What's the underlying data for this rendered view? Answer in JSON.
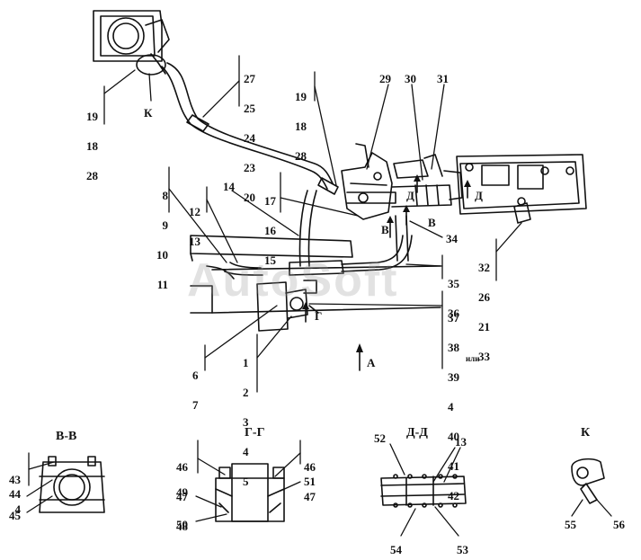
{
  "watermark": "AutoSoft",
  "callout_groups": [
    {
      "id": "g-27-20",
      "lines": [
        "27",
        "25",
        "24",
        "23",
        "20"
      ]
    },
    {
      "id": "g-19-28-left",
      "lines": [
        "19",
        "18",
        "28"
      ]
    },
    {
      "id": "g-19-28-mid",
      "lines": [
        "19",
        "18",
        "28"
      ]
    },
    {
      "id": "g-8-11",
      "lines": [
        "8",
        "9",
        "10",
        "11"
      ]
    },
    {
      "id": "g-12-13",
      "lines": [
        "12",
        "13"
      ]
    },
    {
      "id": "g-17-15",
      "lines": [
        "17",
        "16",
        "15"
      ]
    },
    {
      "id": "g-32-33",
      "lines": [
        "32",
        "26",
        "21",
        "33"
      ]
    },
    {
      "id": "g-35-36",
      "lines": [
        "35",
        "36"
      ]
    },
    {
      "id": "g-37-42",
      "lines": [
        "37",
        "38",
        "39",
        "4",
        "40",
        "41",
        "42"
      ]
    },
    {
      "id": "g-6-7",
      "lines": [
        "6",
        "7"
      ]
    },
    {
      "id": "g-1-5",
      "lines": [
        "1",
        "2",
        "3",
        "4",
        "5"
      ]
    },
    {
      "id": "g-43-4",
      "lines": [
        "43",
        "4"
      ]
    },
    {
      "id": "g-46-48",
      "lines": [
        "46",
        "47",
        "48"
      ]
    },
    {
      "id": "g-46-47",
      "lines": [
        "46",
        "47"
      ]
    }
  ],
  "single_labels": {
    "k_main": "К",
    "n14": "14",
    "n29": "29",
    "n30": "30",
    "n31": "31",
    "n34": "34",
    "arrow_a": "А",
    "arrow_b1": "В",
    "arrow_b2": "В",
    "arrow_g": "Г",
    "arrow_d": "Д",
    "arrow_d2": "Д",
    "ili": "или",
    "n44": "44",
    "n45": "45",
    "n49": "49",
    "n50": "50",
    "n51": "51",
    "n52": "52",
    "n13": "13",
    "n54": "54",
    "n53": "53",
    "n55": "55",
    "n56": "56"
  },
  "sections": {
    "vv": "В-В",
    "gg": "Г-Г",
    "dd": "Д-Д",
    "k": "К"
  }
}
